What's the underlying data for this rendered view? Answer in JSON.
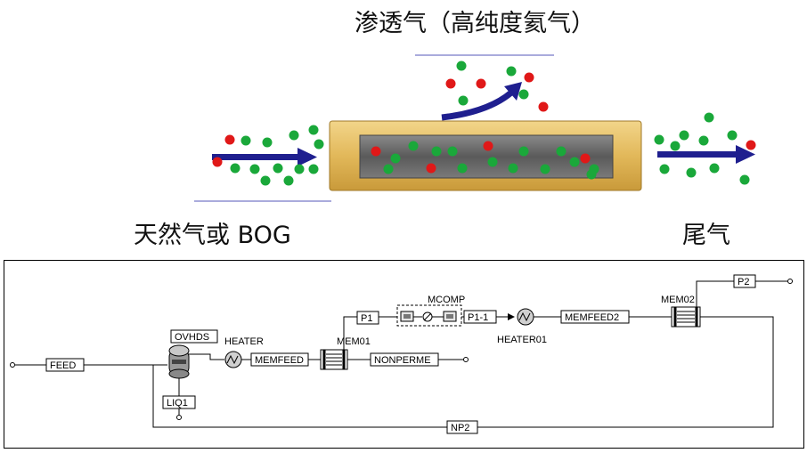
{
  "illustration": {
    "permeate_label": "渗透气（高纯度氦气）",
    "feed_label": "天然气或 BOG",
    "tail_label": "尾气",
    "colors": {
      "arrow": "#1f1f8f",
      "tube_outer": "#e8c46b",
      "tube_inner": "#555555",
      "dot_green": "#1aa83a",
      "dot_red": "#e01818"
    }
  },
  "flowsheet": {
    "streams": {
      "feed": "FEED",
      "ovhds": "OVHDS",
      "liq1": "LIQ1",
      "memfeed": "MEMFEED",
      "nonperme": "NONPERME",
      "p1": "P1",
      "p1_1": "P1-1",
      "memfeed2": "MEMFEED2",
      "p2": "P2",
      "np2": "NP2"
    },
    "blocks": {
      "heater": "HEATER",
      "mem01": "MEM01",
      "mcomp": "MCOMP",
      "heater01": "HEATER01",
      "mem02": "MEM02"
    }
  }
}
